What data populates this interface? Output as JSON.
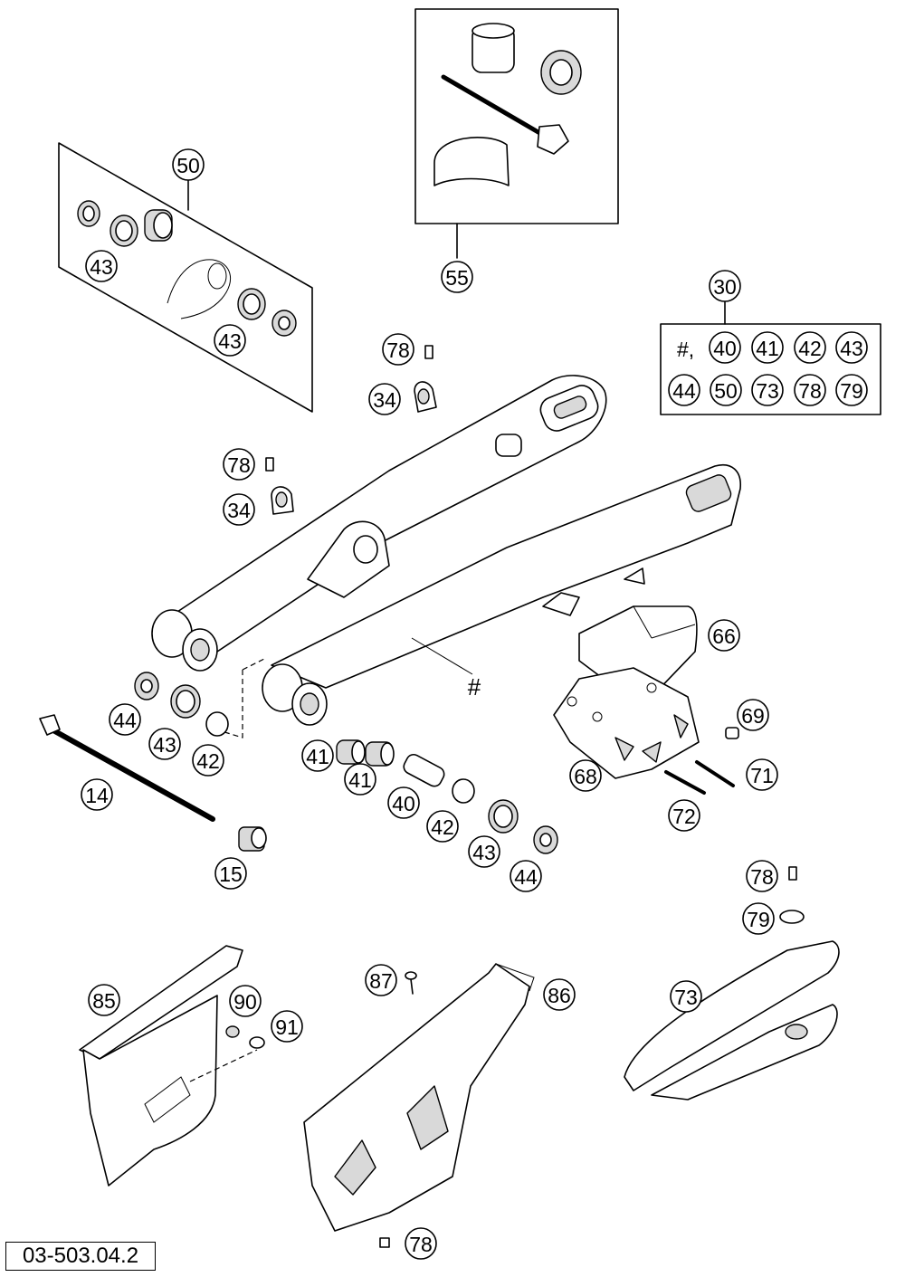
{
  "diagram_id": "03-503.04.2",
  "kit_note": {
    "symbol": "#,",
    "items": [
      "40",
      "41",
      "42",
      "43",
      "44",
      "50",
      "73",
      "78",
      "79"
    ]
  },
  "callouts": [
    {
      "id": "c-50",
      "label": "50"
    },
    {
      "id": "c-43a",
      "label": "43"
    },
    {
      "id": "c-43b",
      "label": "43"
    },
    {
      "id": "c-55",
      "label": "55"
    },
    {
      "id": "c-30",
      "label": "30"
    },
    {
      "id": "c-78a",
      "label": "78"
    },
    {
      "id": "c-34a",
      "label": "34"
    },
    {
      "id": "c-78b",
      "label": "78"
    },
    {
      "id": "c-34b",
      "label": "34"
    },
    {
      "id": "c-66",
      "label": "66"
    },
    {
      "id": "c-69",
      "label": "69"
    },
    {
      "id": "c-71",
      "label": "71"
    },
    {
      "id": "c-68",
      "label": "68"
    },
    {
      "id": "c-72",
      "label": "72"
    },
    {
      "id": "c-44a",
      "label": "44"
    },
    {
      "id": "c-43c",
      "label": "43"
    },
    {
      "id": "c-42a",
      "label": "42"
    },
    {
      "id": "c-14",
      "label": "14"
    },
    {
      "id": "c-15",
      "label": "15"
    },
    {
      "id": "c-41a",
      "label": "41"
    },
    {
      "id": "c-41b",
      "label": "41"
    },
    {
      "id": "c-40",
      "label": "40"
    },
    {
      "id": "c-42b",
      "label": "42"
    },
    {
      "id": "c-43d",
      "label": "43"
    },
    {
      "id": "c-44b",
      "label": "44"
    },
    {
      "id": "c-78c",
      "label": "78"
    },
    {
      "id": "c-79",
      "label": "79"
    },
    {
      "id": "c-73",
      "label": "73"
    },
    {
      "id": "c-85",
      "label": "85"
    },
    {
      "id": "c-90",
      "label": "90"
    },
    {
      "id": "c-91",
      "label": "91"
    },
    {
      "id": "c-87",
      "label": "87"
    },
    {
      "id": "c-86",
      "label": "86"
    },
    {
      "id": "c-78d",
      "label": "78"
    }
  ],
  "swingarm_marker": "#"
}
